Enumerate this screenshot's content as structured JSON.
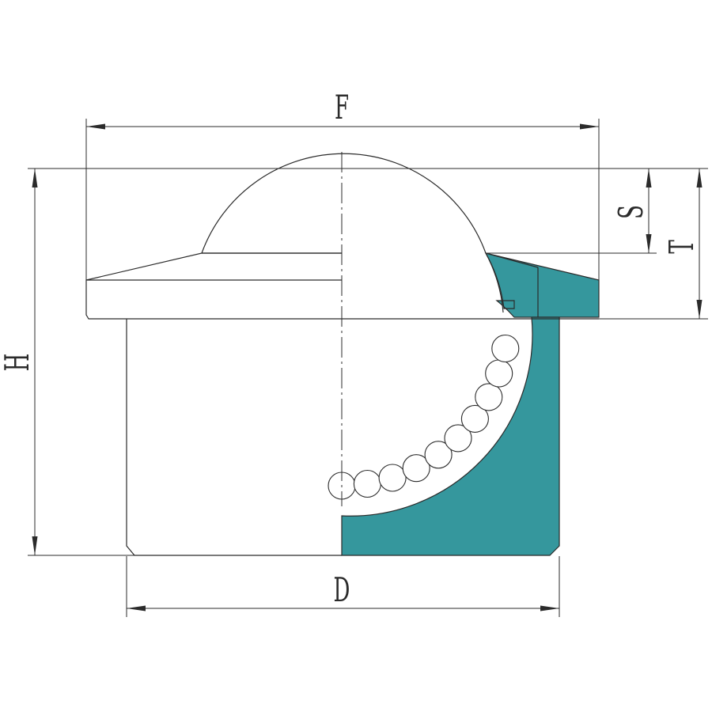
{
  "colors": {
    "section_fill": "#35979d",
    "line": "#2b2b2b",
    "background": "#ffffff"
  },
  "dimensions": {
    "F": "F",
    "D": "D",
    "H": "H",
    "S": "S",
    "T": "T"
  },
  "bearing": {
    "ball_count_visible": 10
  }
}
